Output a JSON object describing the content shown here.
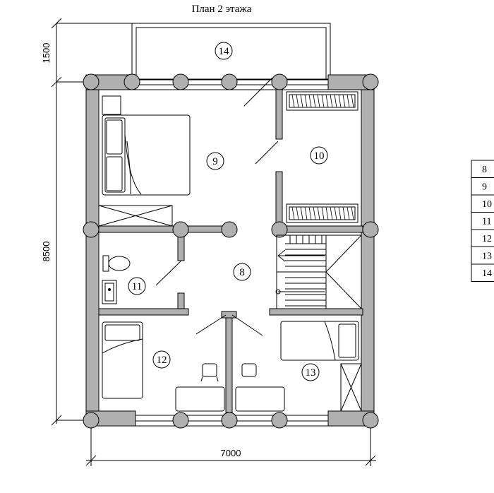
{
  "plan_title": "План 2 этажа",
  "dimensions": {
    "balcony_depth": "1500",
    "house_depth": "8500",
    "house_width": "7000"
  },
  "rooms": {
    "r8": "8",
    "r9": "9",
    "r10": "10",
    "r11": "11",
    "r12": "12",
    "r13": "13",
    "r14": "14"
  },
  "room_table": [
    "8",
    "9",
    "10",
    "11",
    "12",
    "13",
    "14"
  ],
  "colors": {
    "wall_fill": "#b0b0b0",
    "line": "#000000",
    "background": "#ffffff"
  }
}
